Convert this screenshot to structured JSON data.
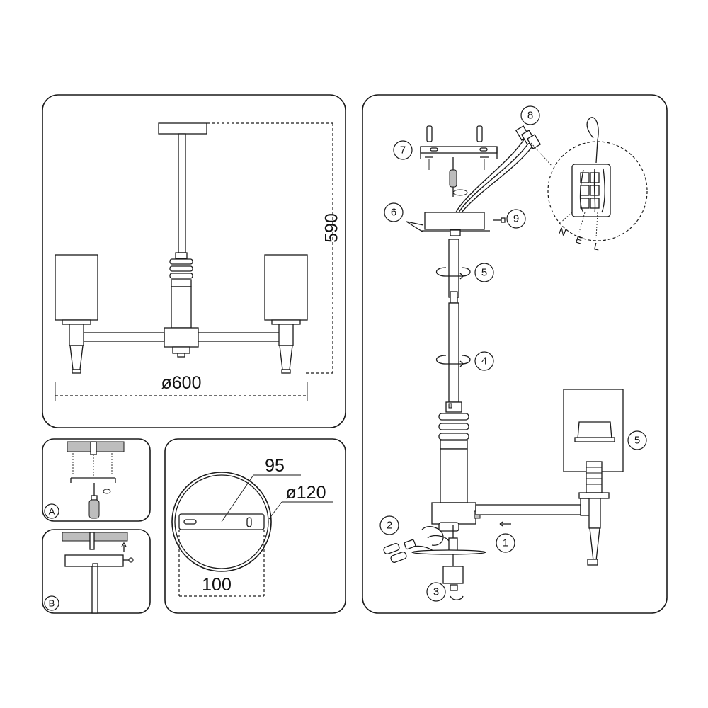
{
  "dimensions": {
    "height": "590",
    "diameter": "ø600",
    "plate_inner": "95",
    "plate_diameter": "ø120",
    "plate_width": "100"
  },
  "steps": {
    "mount_a": "A",
    "mount_b": "B"
  },
  "callouts": {
    "c1": "1",
    "c2": "2",
    "c3": "3",
    "c4": "4",
    "c5a": "5",
    "c5b": "5",
    "c6": "6",
    "c7": "7",
    "c8": "8",
    "c9": "9"
  },
  "wiring": {
    "n": "N",
    "e": "E",
    "l": "L"
  }
}
